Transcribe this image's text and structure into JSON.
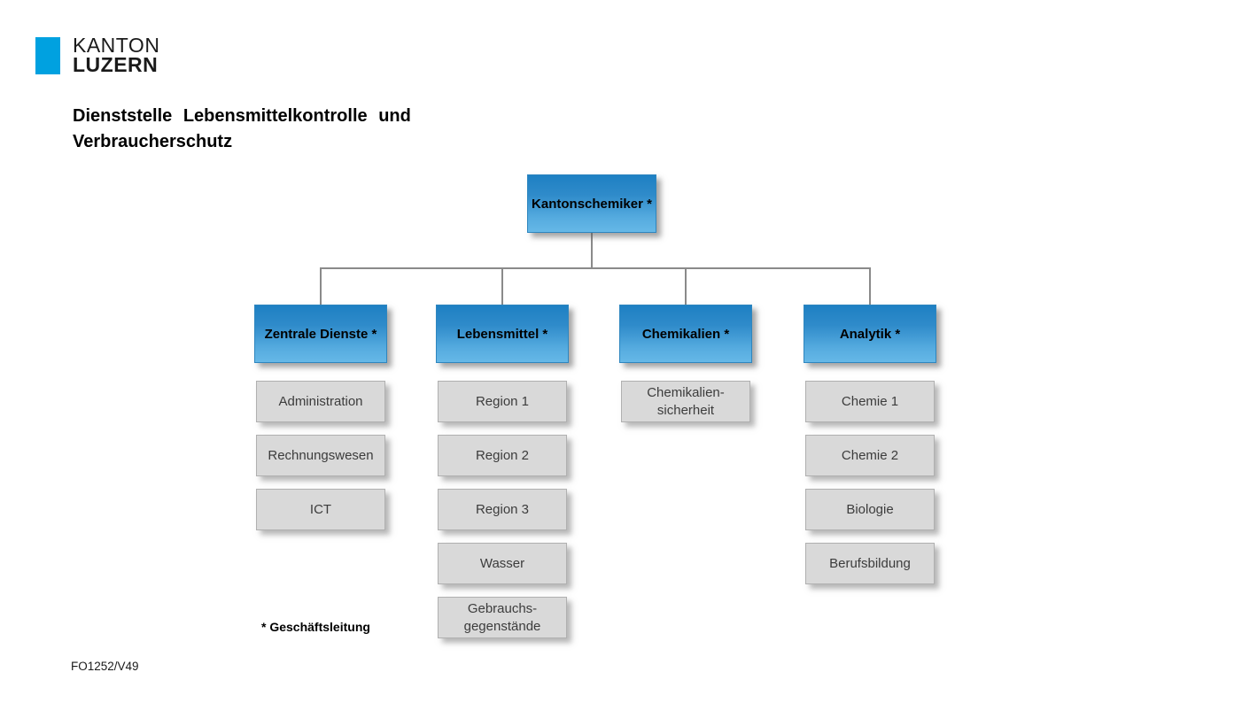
{
  "logo": {
    "line1": "KANTON",
    "line2": "LUZERN",
    "mark_color": "#00a1e0"
  },
  "title": {
    "line1": "Dienststelle Lebensmittelkontrolle und",
    "line2": "Verbraucherschutz"
  },
  "org_chart": {
    "root": {
      "label": "Kantonschemiker *"
    },
    "departments": [
      {
        "label": "Zentrale Dienste *",
        "units": [
          "Administration",
          "Rechnungswesen",
          "ICT"
        ]
      },
      {
        "label": "Lebensmittel *",
        "units": [
          "Region 1",
          "Region 2",
          "Region 3",
          "Wasser",
          "Gebrauchs-\ngegenstände"
        ]
      },
      {
        "label": "Chemikalien *",
        "units": [
          "Chemikalien-\nsicherheit"
        ]
      },
      {
        "label": "Analytik *",
        "units": [
          "Chemie 1",
          "Chemie 2",
          "Biologie",
          "Berufsbildung"
        ]
      }
    ]
  },
  "footnote": "* Geschäftsleitung",
  "doc_ref": "FO1252/V49",
  "colors": {
    "box_blue_top": "#1e80c3",
    "box_blue_bottom": "#66b8e7",
    "box_gray": "#d9d9d9",
    "connector": "#8a8a8a",
    "logo_blue": "#00a1e0"
  }
}
